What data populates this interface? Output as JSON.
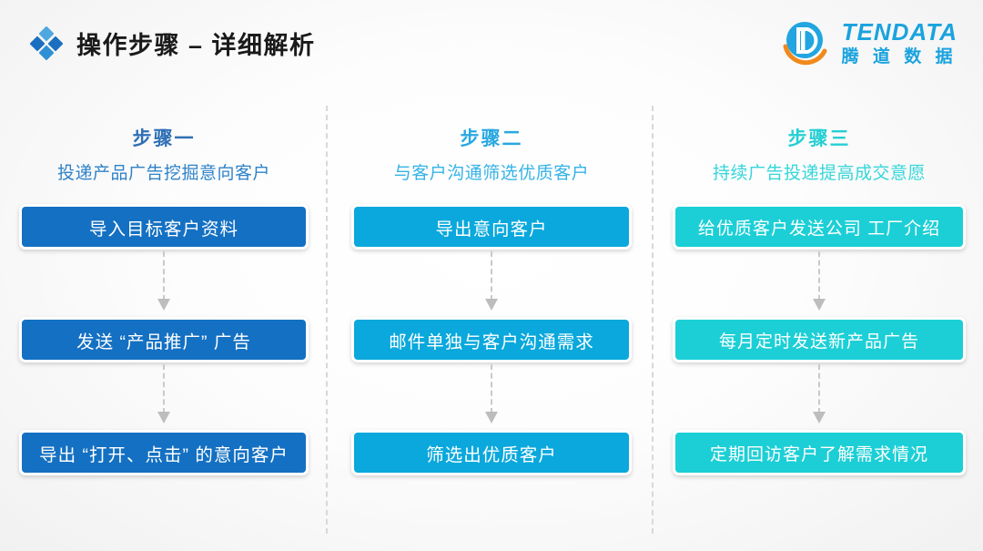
{
  "header": {
    "title": "操作步骤 – 详细解析",
    "icon": "diamond-cluster-icon",
    "logo": {
      "mark": "tendata-d-mark-icon",
      "en": "TENDATA",
      "cn": "腾 道 数 据",
      "brand_blue": "#1aa3de",
      "brand_orange": "#f08a1c"
    }
  },
  "colors": {
    "background": "#f7f7f7",
    "col1": "#1470c2",
    "col2": "#0aa8dc",
    "col3": "#1ccfd6",
    "col1_header": "#2f6fb5",
    "col2_header": "#29a8e0",
    "col3_header": "#25cfd4",
    "arrow": "#c9c9c9",
    "divider": "#d8d8d8"
  },
  "columns": [
    {
      "step": "步骤一",
      "subtitle": "投递产品广告挖掘意向客户",
      "accent": "#1470c2",
      "header_color": "#2f6fb5",
      "nodes": [
        "导入目标客户资料",
        "发送 “产品推广” 广告",
        "导出 “打开、点击” 的意向客户"
      ]
    },
    {
      "step": "步骤二",
      "subtitle": "与客户沟通筛选优质客户",
      "accent": "#0aa8dc",
      "header_color": "#29a8e0",
      "nodes": [
        "导出意向客户",
        "邮件单独与客户沟通需求",
        "筛选出优质客户"
      ]
    },
    {
      "step": "步骤三",
      "subtitle": "持续广告投递提高成交意愿",
      "accent": "#1ccfd6",
      "header_color": "#25cfd4",
      "nodes": [
        "给优质客户发送公司 工厂介绍",
        "每月定时发送新产品广告",
        "定期回访客户了解需求情况"
      ]
    }
  ]
}
